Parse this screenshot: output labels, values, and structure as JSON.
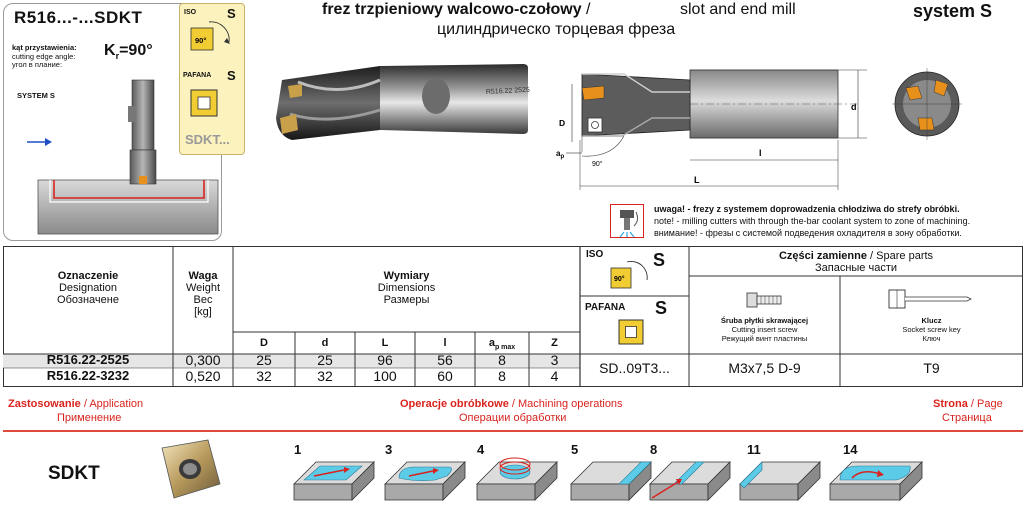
{
  "header": {
    "code": "R516...-...SDKT",
    "angle_label_pl": "kąt przystawienia:",
    "angle_label_en": "cutting edge angle:",
    "angle_label_ru": "угол в плание:",
    "kr": "K",
    "kr_sub": "r",
    "kr_value": "=90°",
    "system_label_small": "SYSTEM S",
    "title_pl": "frez trzpieniowy walcowo-czołowy",
    "title_sep": "/",
    "title_en": "slot and end mill",
    "title_ru": "цилиндрическо торцевая фреза",
    "system": "system S"
  },
  "iso_box": {
    "iso": "ISO",
    "s1": "S",
    "angle": "90°",
    "pafana": "PAFANA",
    "s2": "S",
    "sdkt": "SDKT..."
  },
  "tool_image": {
    "engraving": "R516.22\n2525"
  },
  "drawing": {
    "dim_D": "D",
    "dim_d": "d",
    "dim_L": "L",
    "dim_l": "l",
    "dim_ap": "a",
    "dim_ap_sub": "p",
    "angle": "90°"
  },
  "notes": {
    "line1_bold": "uwaga! - frezy",
    "line1_rest": " z systemem doprowadzenia chłodziwa do strefy obróbki.",
    "line2": "note! - milling cutters with through the-bar coolant system to zone of machining.",
    "line3": "внимание! - фрезы с системой подведения охладителя в зону обработки."
  },
  "table": {
    "designation": [
      "Oznaczenie",
      "Designation",
      "Обозначене"
    ],
    "weight": [
      "Waga",
      "Weight",
      "Вес",
      "[kg]"
    ],
    "dimensions": [
      "Wymiary",
      "Dimensions",
      "Размеры"
    ],
    "cols": [
      "D",
      "d",
      "L",
      "l",
      "a",
      "Z"
    ],
    "ap_sub": "p max",
    "iso": "ISO",
    "iso_s": "S",
    "iso_angle": "90°",
    "pafana": "PAFANA",
    "pafana_s": "S",
    "spare_pl": "Części zamienne",
    "spare_sep": "/",
    "spare_en": "Spare parts",
    "spare_ru": "Запасные части",
    "screw": [
      "Śruba płytki skrawającej",
      "Cutting insert screw",
      "Режущий винт пластины"
    ],
    "key": [
      "Klucz",
      "Socket screw key",
      "Ключ"
    ],
    "rows": [
      {
        "code": "R516.22-2525",
        "weight": "0,300",
        "D": "25",
        "d": "25",
        "L": "96",
        "l": "56",
        "ap": "8",
        "Z": "3"
      },
      {
        "code": "R516.22-3232",
        "weight": "0,520",
        "D": "32",
        "d": "32",
        "L": "100",
        "l": "60",
        "ap": "8",
        "Z": "4"
      }
    ],
    "insert": "SD..09T3...",
    "screw_value": "M3x7,5 D-9",
    "key_value": "T9"
  },
  "footer": {
    "application_pl": "Zastosowanie",
    "application_en": "/ Application",
    "application_ru": "Применение",
    "operations_pl": "Operacje obróbkowe",
    "operations_en": "/ Machining operations",
    "operations_ru": "Операции обработки",
    "page_pl": "Strona",
    "page_en": "/ Page",
    "page_ru": "Страница",
    "insert_label": "SDKT",
    "ops": [
      "1",
      "3",
      "4",
      "5",
      "8",
      "11",
      "14"
    ]
  },
  "colors": {
    "accent_red": "#d8231e",
    "iso_yellow": "#fbf2be",
    "coolant_blue": "#2da8e0",
    "insert_orange": "#e8901c"
  }
}
